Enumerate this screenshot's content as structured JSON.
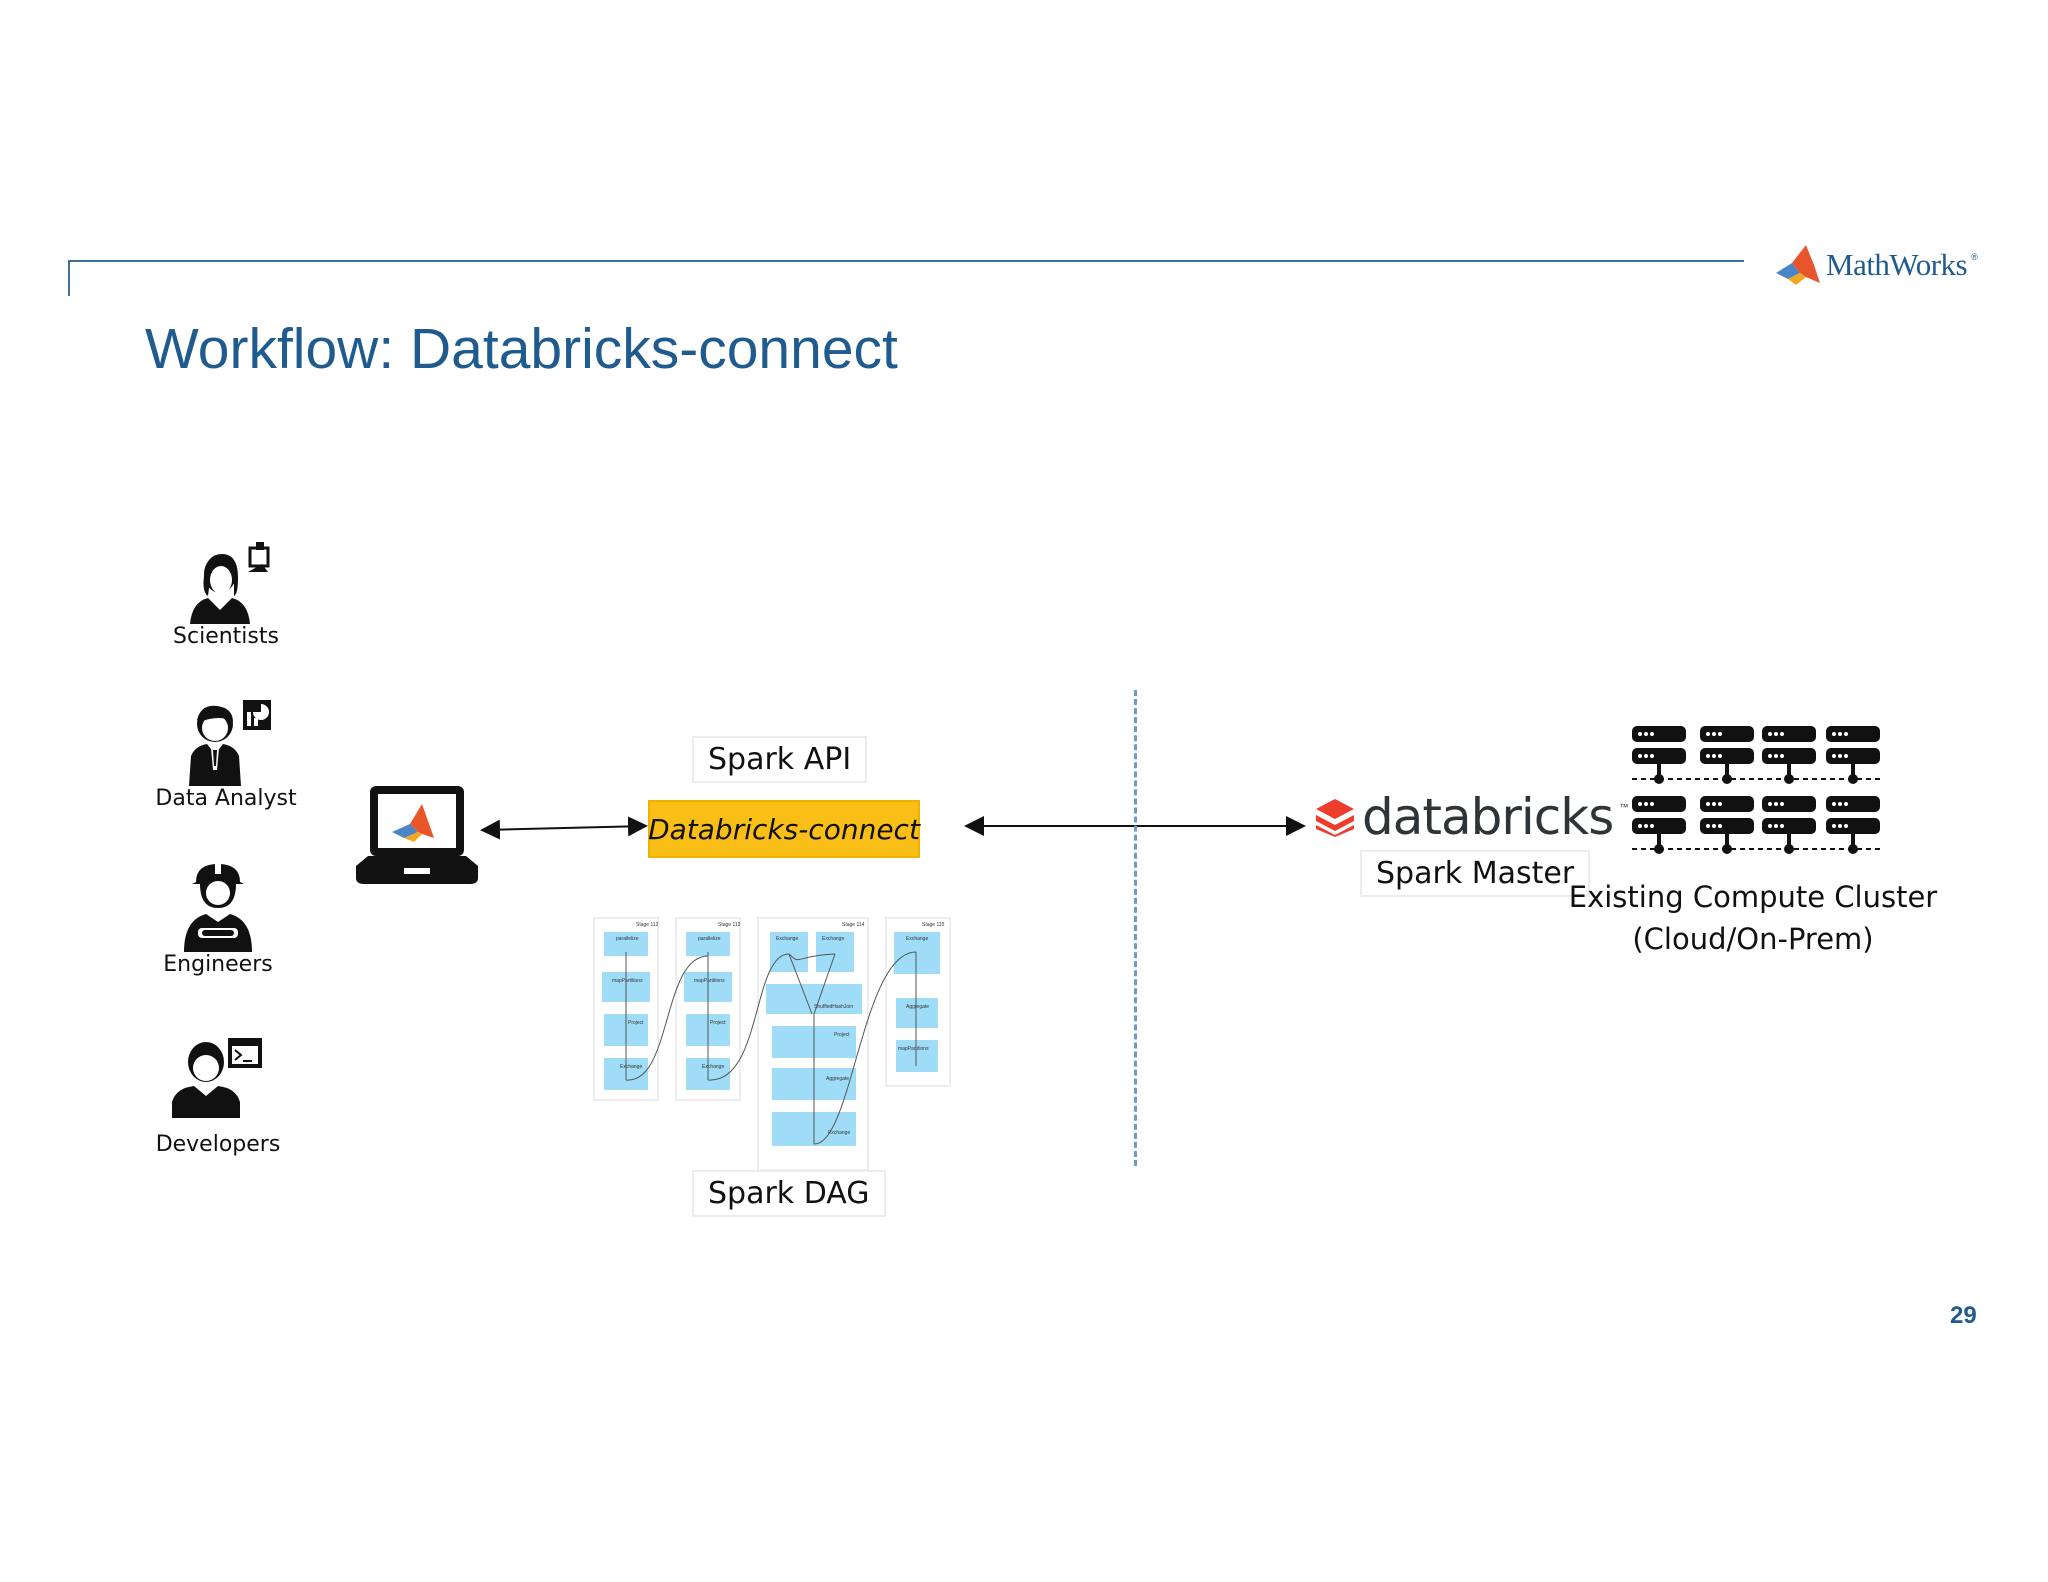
{
  "slide": {
    "title": "Workflow: Databricks-connect",
    "page_number": "29",
    "brand": {
      "logo_text": "MathWorks",
      "logo_mark": "®"
    }
  },
  "personas": [
    {
      "label": "Scientists",
      "icon": "scientist-icon"
    },
    {
      "label": "Data Analyst",
      "icon": "data-analyst-icon"
    },
    {
      "label": "Engineers",
      "icon": "engineer-icon"
    },
    {
      "label": "Developers",
      "icon": "developer-icon"
    }
  ],
  "client": {
    "icon": "laptop-matlab-icon"
  },
  "spark_api": {
    "label": "Spark API"
  },
  "connector": {
    "label": "Databricks-connect",
    "color": "#f9bf16"
  },
  "dag": {
    "label": "Spark DAG",
    "stages": [
      {
        "title": "Stage 112",
        "nodes": [
          "parallelize",
          "mapPartitions",
          "Project",
          "Exchange"
        ]
      },
      {
        "title": "Stage 113",
        "nodes": [
          "parallelize",
          "mapPartitions",
          "Project",
          "Exchange"
        ]
      },
      {
        "title": "Stage 114",
        "nodes": [
          "Exchange",
          "Exchange",
          "ShuffledHashJoin",
          "Project",
          "Aggregate",
          "Exchange"
        ]
      },
      {
        "title": "Stage 115",
        "nodes": [
          "Exchange",
          "Aggregate",
          "mapPartitions"
        ]
      }
    ]
  },
  "databricks": {
    "logo_text": "databricks",
    "logo_mark": "™",
    "logo_color": "#ee3d2c",
    "master_label": "Spark Master"
  },
  "cluster": {
    "line1": "Existing Compute Cluster",
    "line2": "(Cloud/On-Prem)",
    "icon": "server-rack-icon"
  },
  "colors": {
    "title": "#1f5b8e",
    "rule": "#3d6f99",
    "divider": "#6f9bc9",
    "dag_node": "#9fdcf8"
  }
}
